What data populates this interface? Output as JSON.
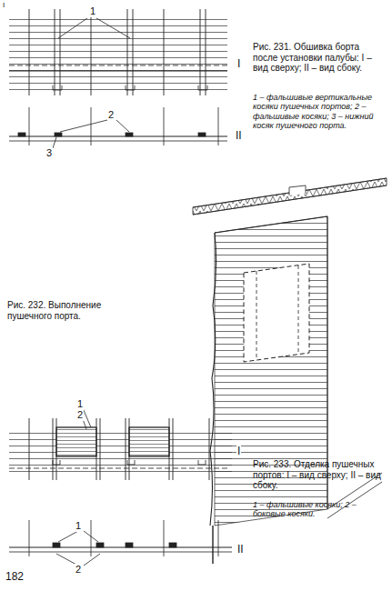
{
  "diagram": {
    "labels": [
      "I",
      "1",
      "I",
      "2",
      "II",
      "3",
      "Рис. 231. Обшивка борта после установки палубы: I – вид сверху; II – вид сбоку.",
      "1 – фальшивые вертикальные косяки пушечных портов; 2 – фальшивые косяки; 3 – нижний косяк пушечного порта.",
      "Рис. 232. Выполнение пушечного порта.",
      "1",
      "2",
      "I",
      "1",
      "2",
      "II",
      "Рис. 233. Отделка пушечных портов: I – вид сверху; II – вид сбоку.",
      "1 – фальшивые косяки; 2 – боковые косяки.",
      "182"
    ]
  }
}
